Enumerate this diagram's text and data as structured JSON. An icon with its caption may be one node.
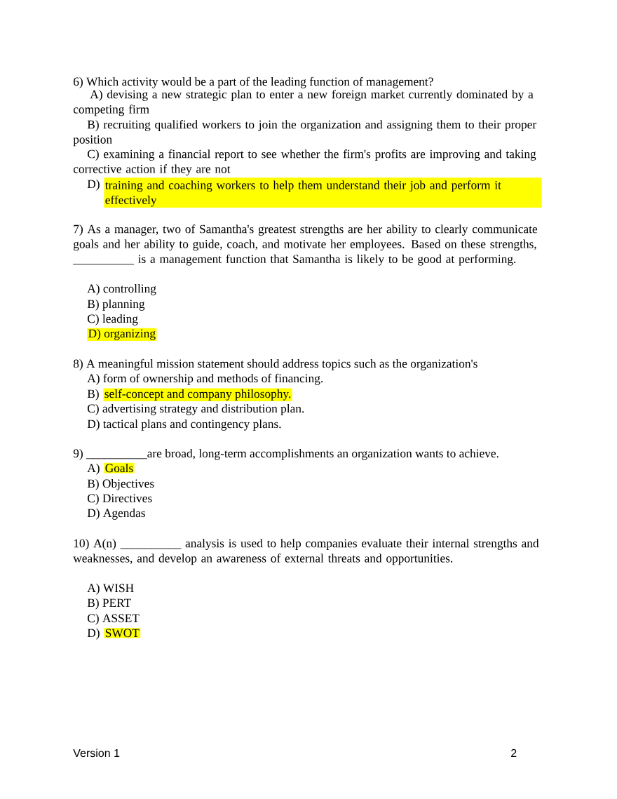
{
  "diagram": {
    "labels": [
      "6) Which activity would be a part of the leading function of management?",
      "A) devising a new strategic plan to enter a new foreign market currently dominated by a competing firm",
      "B) recruiting qualified workers to join the organization and assigning them to their proper position",
      "C) examining a financial report to see whether the firm's profits are improving and taking corrective action if they are not",
      "D)",
      "training and coaching workers to help them understand their job and perform it effectively",
      "7) As a manager, two of Samantha's greatest strengths are her ability to clearly communicate goals and her ability to guide, coach, and motivate her employees. Based on these strengths, __________ is a management function that Samantha is likely to be good at performing.",
      "A) controlling",
      "B) planning",
      "C) leading",
      "D) organizing",
      "8) A meaningful mission statement should address topics such as the organization's",
      "A) form of ownership and methods of financing.",
      "B)",
      "self-concept and company philosophy.",
      "C) advertising strategy and distribution plan.",
      "D) tactical plans and contingency plans.",
      "9) __________are broad, long-term accomplishments an organization wants to achieve.",
      "A)",
      "Goals",
      "B) Objectives",
      "C) Directives",
      "D) Agendas",
      "10) A(n) __________ analysis is used to help companies evaluate their internal strengths and weaknesses, and develop an awareness of external threats and opportunities.",
      "A) WISH",
      "B) PERT",
      "C) ASSET",
      "D)",
      "SWOT",
      "Version 1",
      "2"
    ]
  }
}
